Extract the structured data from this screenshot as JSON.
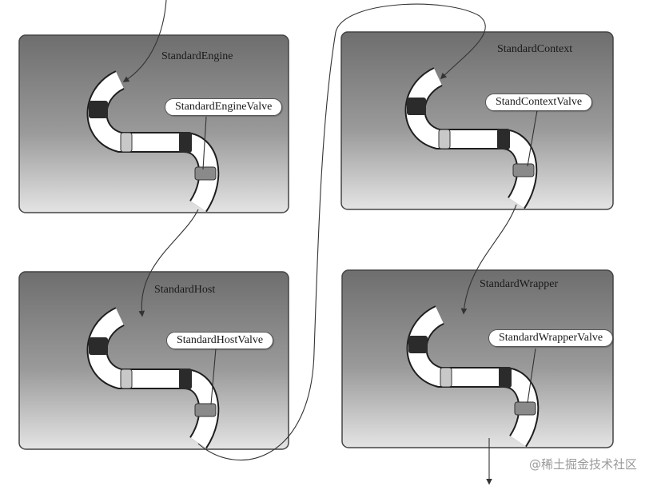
{
  "panels": [
    {
      "id": "engine",
      "title": "StandardEngine",
      "valve": "StandardEngineValve"
    },
    {
      "id": "context",
      "title": "StandardContext",
      "valve": "StandContextValve"
    },
    {
      "id": "host",
      "title": "StandardHost",
      "valve": "StandardHostValve"
    },
    {
      "id": "wrapper",
      "title": "StandardWrapper",
      "valve": "StandardWrapperValve"
    }
  ],
  "watermark": "@稀土掘金技术社区",
  "colors": {
    "panel_top": "#707070",
    "panel_bottom": "#e2e2e2",
    "pipe": "#ffffff",
    "dark_coupling": "#2b2b2b",
    "light_coupling": "#c8c8c8",
    "valve_coupling": "#8a8a8a"
  }
}
